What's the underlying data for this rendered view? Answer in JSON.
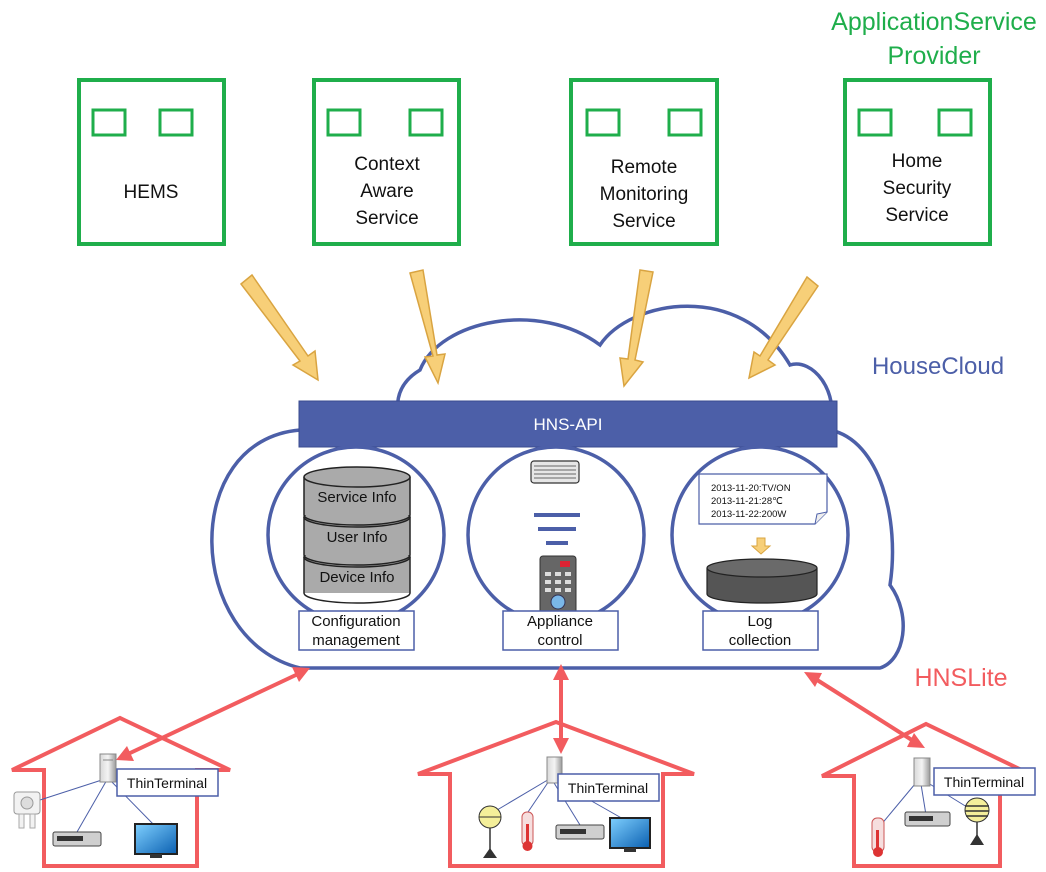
{
  "colors": {
    "green": "#1fae4b",
    "blue": "#4c5fa8",
    "red": "#f25c5f",
    "arrow_fill": "#f7cf78",
    "arrow_stroke": "#d9a441",
    "db_fill": "#aaaaaa",
    "dark_db_fill": "#555555"
  },
  "provider_label_line1": "ApplicationService",
  "provider_label_line2": "Provider",
  "cloud_label": "HouseCloud",
  "lite_label": "HNSLite",
  "api_label": "HNS-API",
  "services": [
    {
      "lines": [
        "HEMS"
      ]
    },
    {
      "lines": [
        "Context",
        "Aware",
        "Service"
      ]
    },
    {
      "lines": [
        "Remote",
        "Monitoring",
        "Service"
      ]
    },
    {
      "lines": [
        "Home",
        "Security",
        "Service"
      ]
    }
  ],
  "db_layers": [
    "Service Info",
    "User Info",
    "Device Info"
  ],
  "modules": {
    "config": [
      "Configuration",
      "management"
    ],
    "appliance": [
      "Appliance",
      "control"
    ],
    "log": [
      "Log",
      "collection"
    ]
  },
  "log_entries": [
    "2013-11-20:TV/ON",
    "2013-11-21:28℃",
    "2013-11-22:200W"
  ],
  "terminal_label": "ThinTerminal",
  "icons": [
    "air-conditioner-icon",
    "remote-control-icon",
    "document-icon",
    "database-icon",
    "server-icon",
    "tv-icon",
    "video-deck-icon",
    "thermometer-icon",
    "light-icon",
    "washing-machine-icon",
    "house-icon",
    "cloud-icon"
  ]
}
